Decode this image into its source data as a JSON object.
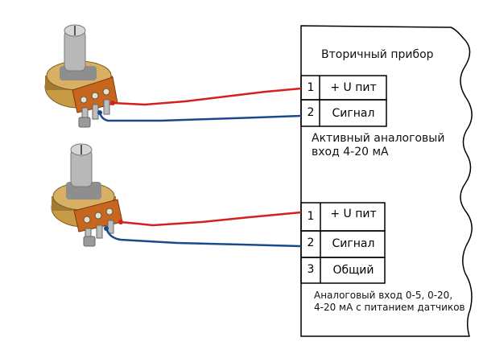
{
  "device": {
    "title": "Вторичный прибор"
  },
  "input_1": {
    "description_line1": "Активный аналоговый",
    "description_line2": "вход 4-20 мА",
    "pins": [
      {
        "num": "1",
        "label": "+ U пит"
      },
      {
        "num": "2",
        "label": "Сигнал"
      }
    ]
  },
  "input_2": {
    "description_line1": "Аналоговый вход 0-5, 0-20,",
    "description_line2": "4-20 мА с питанием датчиков",
    "pins": [
      {
        "num": "1",
        "label": "+ U пит"
      },
      {
        "num": "2",
        "label": "Сигнал"
      },
      {
        "num": "3",
        "label": "Общий"
      }
    ]
  },
  "colors": {
    "power_wire": "#d42020",
    "signal_wire": "#1a4a8c",
    "pot_body": "#c99a45",
    "pot_board": "#c8661e",
    "metal": "#a8a8a8"
  },
  "icons": [
    "potentiometer-icon"
  ]
}
